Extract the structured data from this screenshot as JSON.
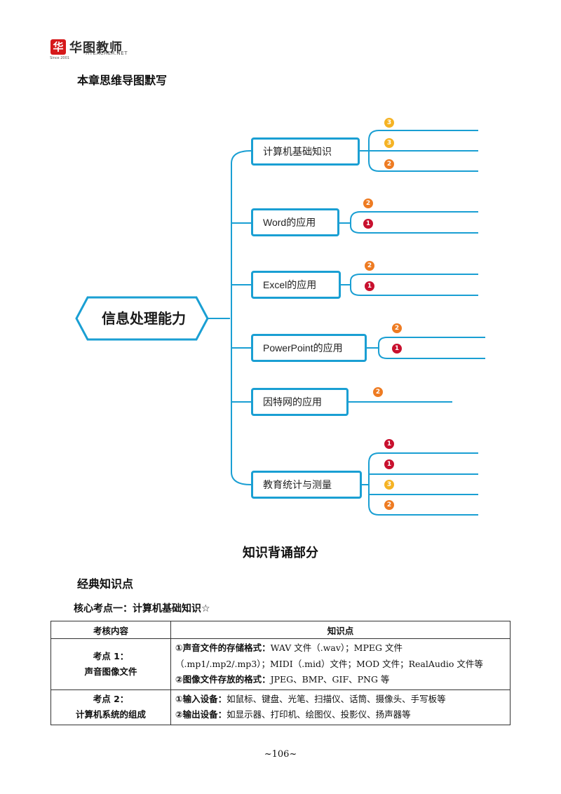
{
  "header": {
    "logo_mark": "华",
    "logo_sub": "Since 2001",
    "logo_cn": "华图教师",
    "logo_en": "HTEACHER.NET"
  },
  "mindmap_title": "本章思维导图默写",
  "mindmap": {
    "root": "信息处理能力",
    "branches": [
      {
        "label": "计算机基础知识",
        "badges": [
          "3",
          "3",
          "2"
        ]
      },
      {
        "label": "Word的应用",
        "badges": [
          "2",
          "1"
        ]
      },
      {
        "label": "Excel的应用",
        "badges": [
          "2",
          "1"
        ]
      },
      {
        "label": "PowerPoint的应用",
        "badges": [
          "2",
          "1"
        ]
      },
      {
        "label": "因特网的应用",
        "badges": [
          "2"
        ]
      },
      {
        "label": "教育统计与测量",
        "badges": [
          "1",
          "1",
          "3",
          "2"
        ]
      }
    ]
  },
  "colors": {
    "line": "#1a9fd3",
    "badge_1": "#c8102e",
    "badge_2": "#ee7b22",
    "badge_3": "#f5b324"
  },
  "section_title": "知识背诵部分",
  "subsection_title": "经典知识点",
  "core_point_title": "核心考点一：计算机基础知识☆",
  "table": {
    "headers": [
      "考核内容",
      "知识点"
    ],
    "rows": [
      {
        "topic_line1": "考点 1：",
        "topic_line2": "声音图像文件",
        "l1_bold": "①声音文件的存储格式：",
        "l1_text": "WAV 文件（.wav）；MPEG 文件",
        "l2_text": "（.mp1/.mp2/.mp3）；MIDI（.mid）文件；MOD 文件；RealAudio 文件等",
        "l3_bold": "②图像文件存放的格式：",
        "l3_text": "JPEG、BMP、GIF、PNG 等"
      },
      {
        "topic_line1": "考点 2：",
        "topic_line2": "计算机系统的组成",
        "l1_bold": "①输入设备：",
        "l1_text": "如鼠标、键盘、光笔、扫描仪、话筒、摄像头、手写板等",
        "l2_bold": "②输出设备：",
        "l2_text": "如显示器、打印机、绘图仪、投影仪、扬声器等"
      }
    ]
  },
  "page_number": "~106~"
}
